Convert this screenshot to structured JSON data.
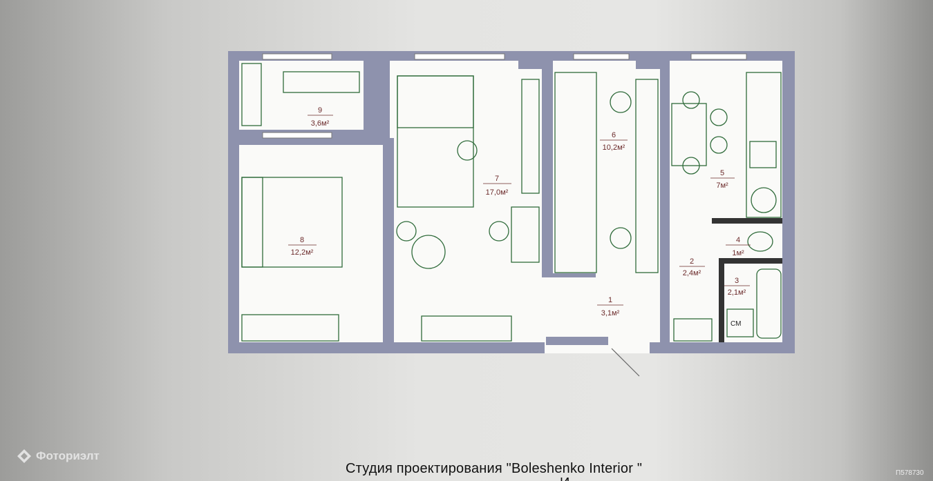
{
  "rooms": [
    {
      "num": "9",
      "area": "3,6м²"
    },
    {
      "num": "8",
      "area": "12,2м²"
    },
    {
      "num": "7",
      "area": "17,0м²"
    },
    {
      "num": "6",
      "area": "10,2м²"
    },
    {
      "num": "5",
      "area": "7м²"
    },
    {
      "num": "4",
      "area": "1м²"
    },
    {
      "num": "2",
      "area": "2,4м²"
    },
    {
      "num": "3",
      "area": "2,1м²"
    },
    {
      "num": "1",
      "area": "3,1м²"
    }
  ],
  "washer_label": "СМ",
  "caption": "Студия проектирования \"Boleshenko Interior \"",
  "caption_line2": "И",
  "watermark": {
    "text": "Фоториэлт",
    "icon": "fotorielt-logo-icon"
  },
  "listing_code": "П578730",
  "colors": {
    "wall": "#8e92ad",
    "furniture": "#2f6b3a",
    "label": "#6b2a2a"
  }
}
